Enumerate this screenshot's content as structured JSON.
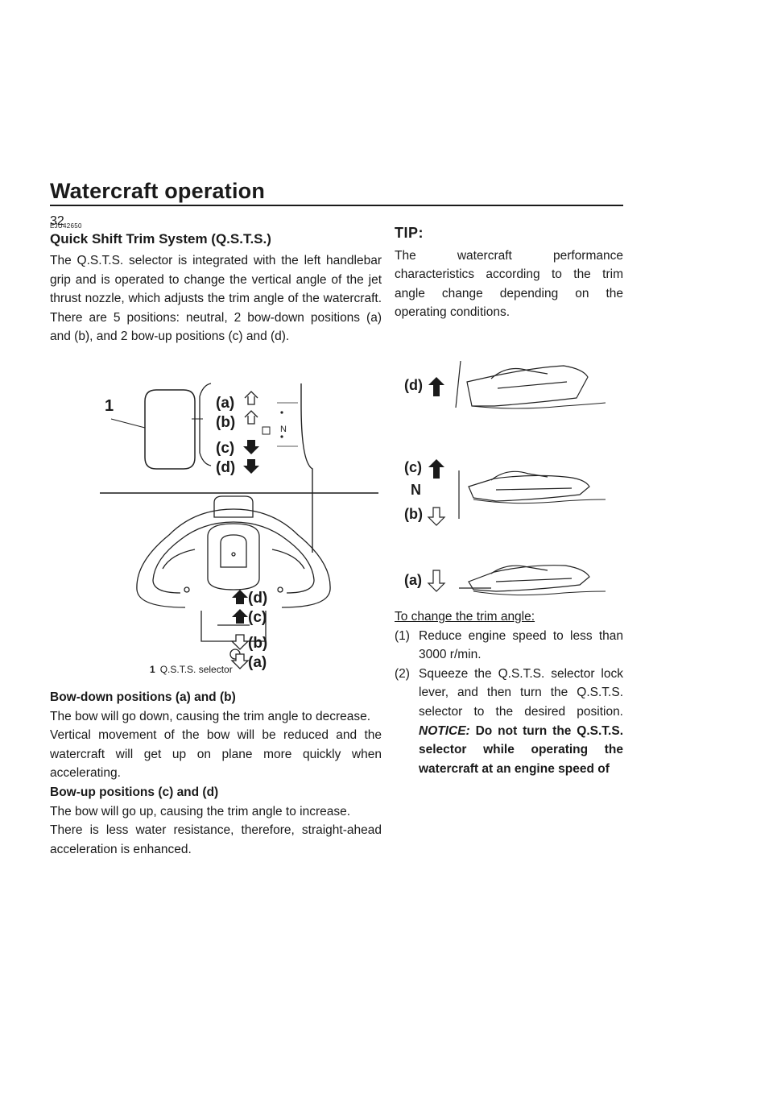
{
  "header": {
    "title": "Watercraft operation",
    "page_number": "32"
  },
  "section": {
    "ref_code": "EJU42650",
    "title": "Quick Shift Trim System (Q.S.T.S.)",
    "intro": "The Q.S.T.S. selector is integrated with the left handlebar grip and is operated to change the vertical angle of the jet thrust nozzle, which adjusts the trim angle of the watercraft. There are 5 positions: neutral, 2 bow-down positions (a) and (b), and 2 bow-up positions (c) and (d).",
    "figure1": {
      "callout_number": "1",
      "labels": {
        "a": "(a)",
        "b": "(b)",
        "c": "(c)",
        "d": "(d)",
        "n": "N"
      },
      "caption_number": "1",
      "caption_text": "Q.S.T.S. selector"
    },
    "bow_down": {
      "heading": "Bow-down positions (a) and (b)",
      "p1": "The bow will go down, causing the trim angle to decrease.",
      "p2": "Vertical movement of the bow will be reduced and the watercraft will get up on plane more quickly when accelerating."
    },
    "bow_up": {
      "heading": "Bow-up positions (c) and (d)",
      "p1": "The bow will go up, causing the trim angle to increase.",
      "p2": "There is less water resistance, therefore, straight-ahead acceleration is enhanced."
    }
  },
  "tip": {
    "title": "TIP:",
    "text": "The watercraft performance characteristics according to the trim angle change depending on the operating conditions."
  },
  "figure2": {
    "labels": {
      "d": "(d)",
      "c": "(c)",
      "n": "N",
      "b": "(b)",
      "a": "(a)"
    }
  },
  "procedure": {
    "heading": "To change the trim angle:",
    "steps": [
      {
        "num": "(1)",
        "text": "Reduce engine speed to less than 3000 r/min."
      },
      {
        "num": "(2)",
        "text": "Squeeze the Q.S.T.S. selector lock lever, and then turn the Q.S.T.S. selector to the desired position.",
        "notice_label": "NOTICE:",
        "notice_text": "Do not turn the Q.S.T.S. selector while operating the watercraft at an engine speed of"
      }
    ]
  }
}
